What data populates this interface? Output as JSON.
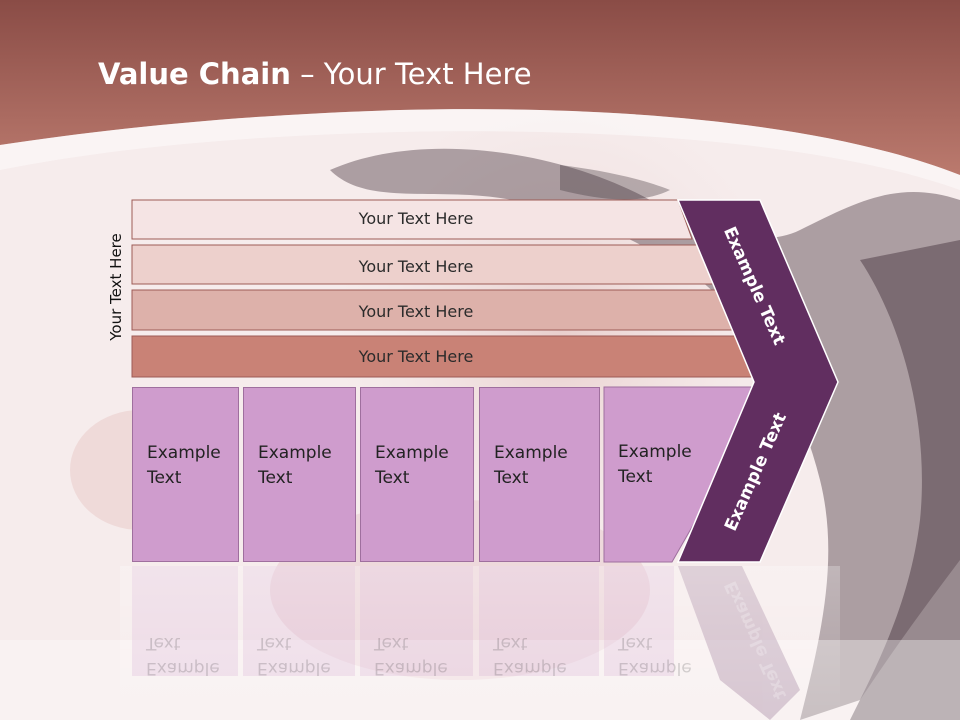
{
  "slide": {
    "title_bold": "Value Chain",
    "title_rest": " – Your Text Here",
    "side_label": "Your Text Here",
    "bars": [
      "Your Text Here",
      "Your Text Here",
      "Your Text Here",
      "Your Text Here"
    ],
    "boxes": [
      {
        "line1": "Example",
        "line2": "Text"
      },
      {
        "line1": "Example",
        "line2": "Text"
      },
      {
        "line1": "Example",
        "line2": "Text"
      },
      {
        "line1": "Example",
        "line2": "Text"
      },
      {
        "line1": "Example",
        "line2": "Text"
      }
    ],
    "arrow_upper": "Example Text",
    "arrow_lower": "Example Text"
  },
  "colors": {
    "header": "#a85a50",
    "bar1": "#f5e4e4",
    "bar2": "#edd0cc",
    "bar3": "#ddb1aa",
    "bar4": "#c98276",
    "boxes": "#cf9ccd",
    "chevron": "#612e60"
  }
}
